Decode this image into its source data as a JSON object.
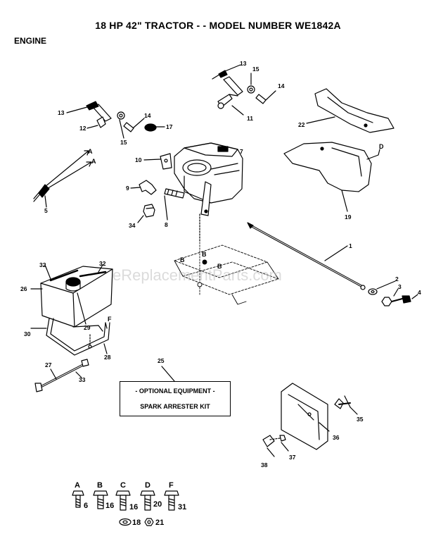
{
  "header": {
    "title": "18 HP 42\" TRACTOR - - MODEL NUMBER WE1842A",
    "section": "ENGINE"
  },
  "watermark": "eReplacementParts.com",
  "optional_box": {
    "line1": "- OPTIONAL EQUIPMENT -",
    "line2": "SPARK ARRESTER KIT"
  },
  "callouts": {
    "c1": "1",
    "c2": "2",
    "c3": "3",
    "c4": "4",
    "c5": "5",
    "c6": "6",
    "c7": "7",
    "c8": "8",
    "c9": "9",
    "c10": "10",
    "c11": "11",
    "c12": "12",
    "c13a": "13",
    "c13b": "13",
    "c14a": "14",
    "c14b": "14",
    "c15a": "15",
    "c15b": "15",
    "c17": "17",
    "c18": "18",
    "c19": "19",
    "c21": "21",
    "c22": "22",
    "c25": "25",
    "c26": "26",
    "c27": "27",
    "c28": "28",
    "c29": "29",
    "c30": "30",
    "c32a": "32",
    "c32b": "32",
    "c33": "33",
    "c34": "34",
    "c35": "35",
    "c36": "36",
    "c37": "37",
    "c38": "38",
    "refA1": "A",
    "refA2": "A",
    "refB1": "B",
    "refB2": "B",
    "refB3": "B",
    "refD": "D",
    "refF": "F"
  },
  "legend": [
    {
      "letter": "A",
      "number": "6"
    },
    {
      "letter": "B",
      "number": "16"
    },
    {
      "letter": "C",
      "number": "16"
    },
    {
      "letter": "D",
      "number": "20"
    },
    {
      "letter": "F",
      "number": "31"
    }
  ],
  "legend_extra": {
    "n18": "18",
    "n21": "21"
  },
  "colors": {
    "ink": "#000000",
    "watermark": "#bfbfbf",
    "background": "#ffffff"
  }
}
